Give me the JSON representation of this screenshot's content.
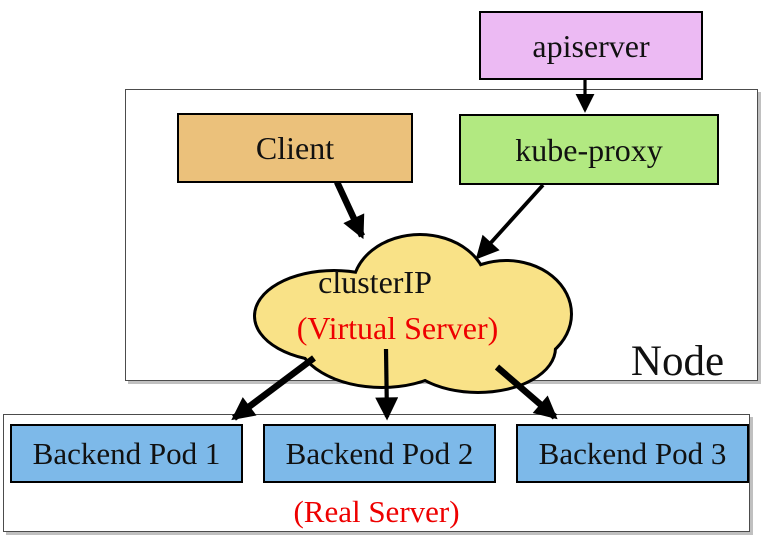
{
  "diagram": {
    "apiserver": {
      "label": "apiserver"
    },
    "node": {
      "label": "Node",
      "client": {
        "label": "Client"
      },
      "kube_proxy": {
        "label": "kube-proxy"
      },
      "cluster_ip": {
        "label": "clusterIP",
        "sublabel": "(Virtual Server)"
      }
    },
    "real_server": {
      "label": "(Real Server)",
      "pods": [
        {
          "label": "Backend Pod 1"
        },
        {
          "label": "Backend Pod 2"
        },
        {
          "label": "Backend Pod 3"
        }
      ]
    },
    "colors": {
      "apiserver_fill": "#ecbaf3",
      "client_fill": "#ebc17b",
      "kube_proxy_fill": "#b2e981",
      "cloud_fill": "#f9e287",
      "pod_fill": "#7db9e9",
      "accent_red": "#ee0000",
      "box_border": "#000000",
      "frame_border": "#4c4c4c"
    }
  }
}
